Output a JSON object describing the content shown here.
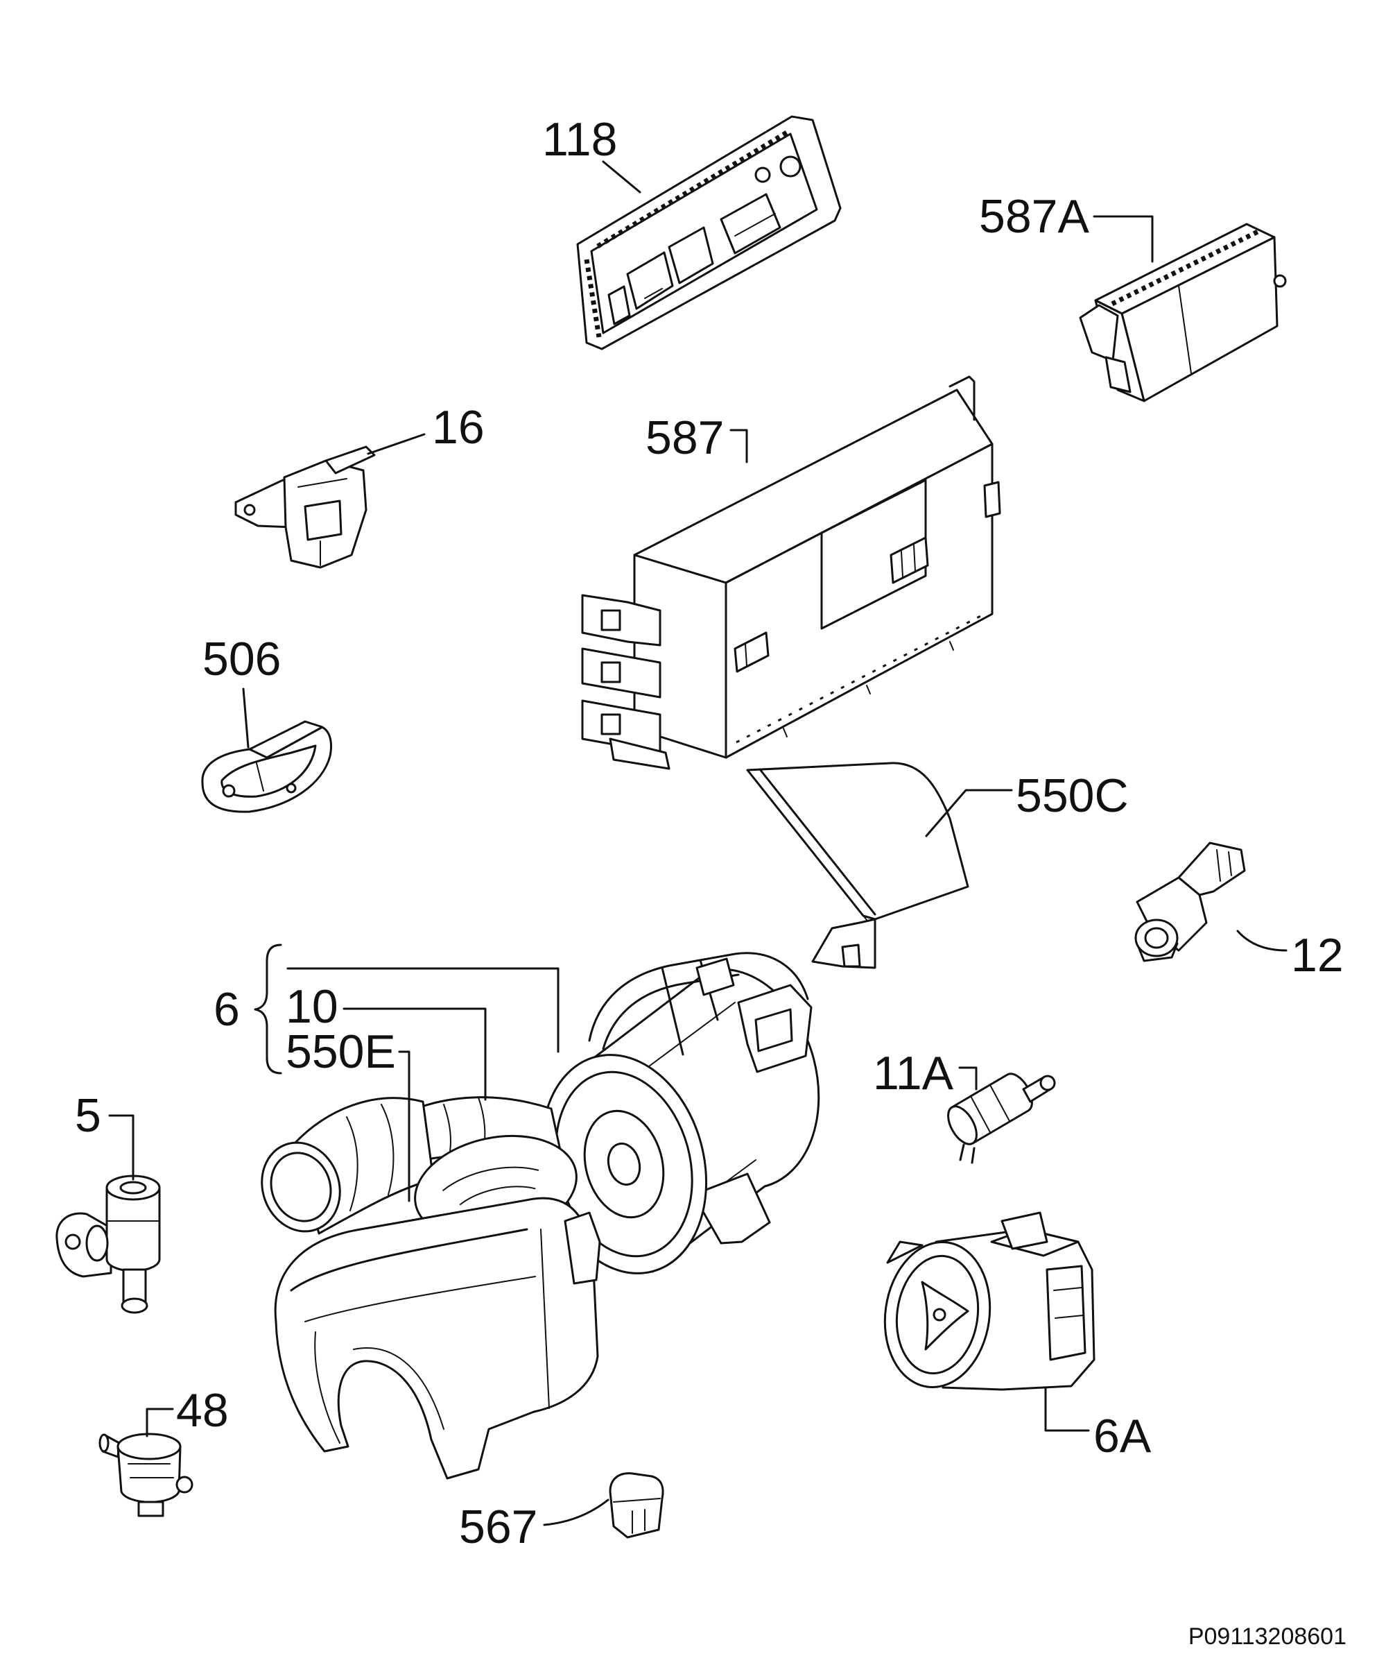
{
  "colors": {
    "ink": "#111111",
    "paper": "#ffffff"
  },
  "callouts": {
    "c118": "118",
    "c587A": "587A",
    "c16": "16",
    "c587": "587",
    "c506": "506",
    "c550C": "550C",
    "c12": "12",
    "c6": "6",
    "c10": "10",
    "c550E": "550E",
    "c11A": "11A",
    "c5": "5",
    "c6A": "6A",
    "c48": "48",
    "c567": "567"
  },
  "drawing_number": "P09113208601"
}
